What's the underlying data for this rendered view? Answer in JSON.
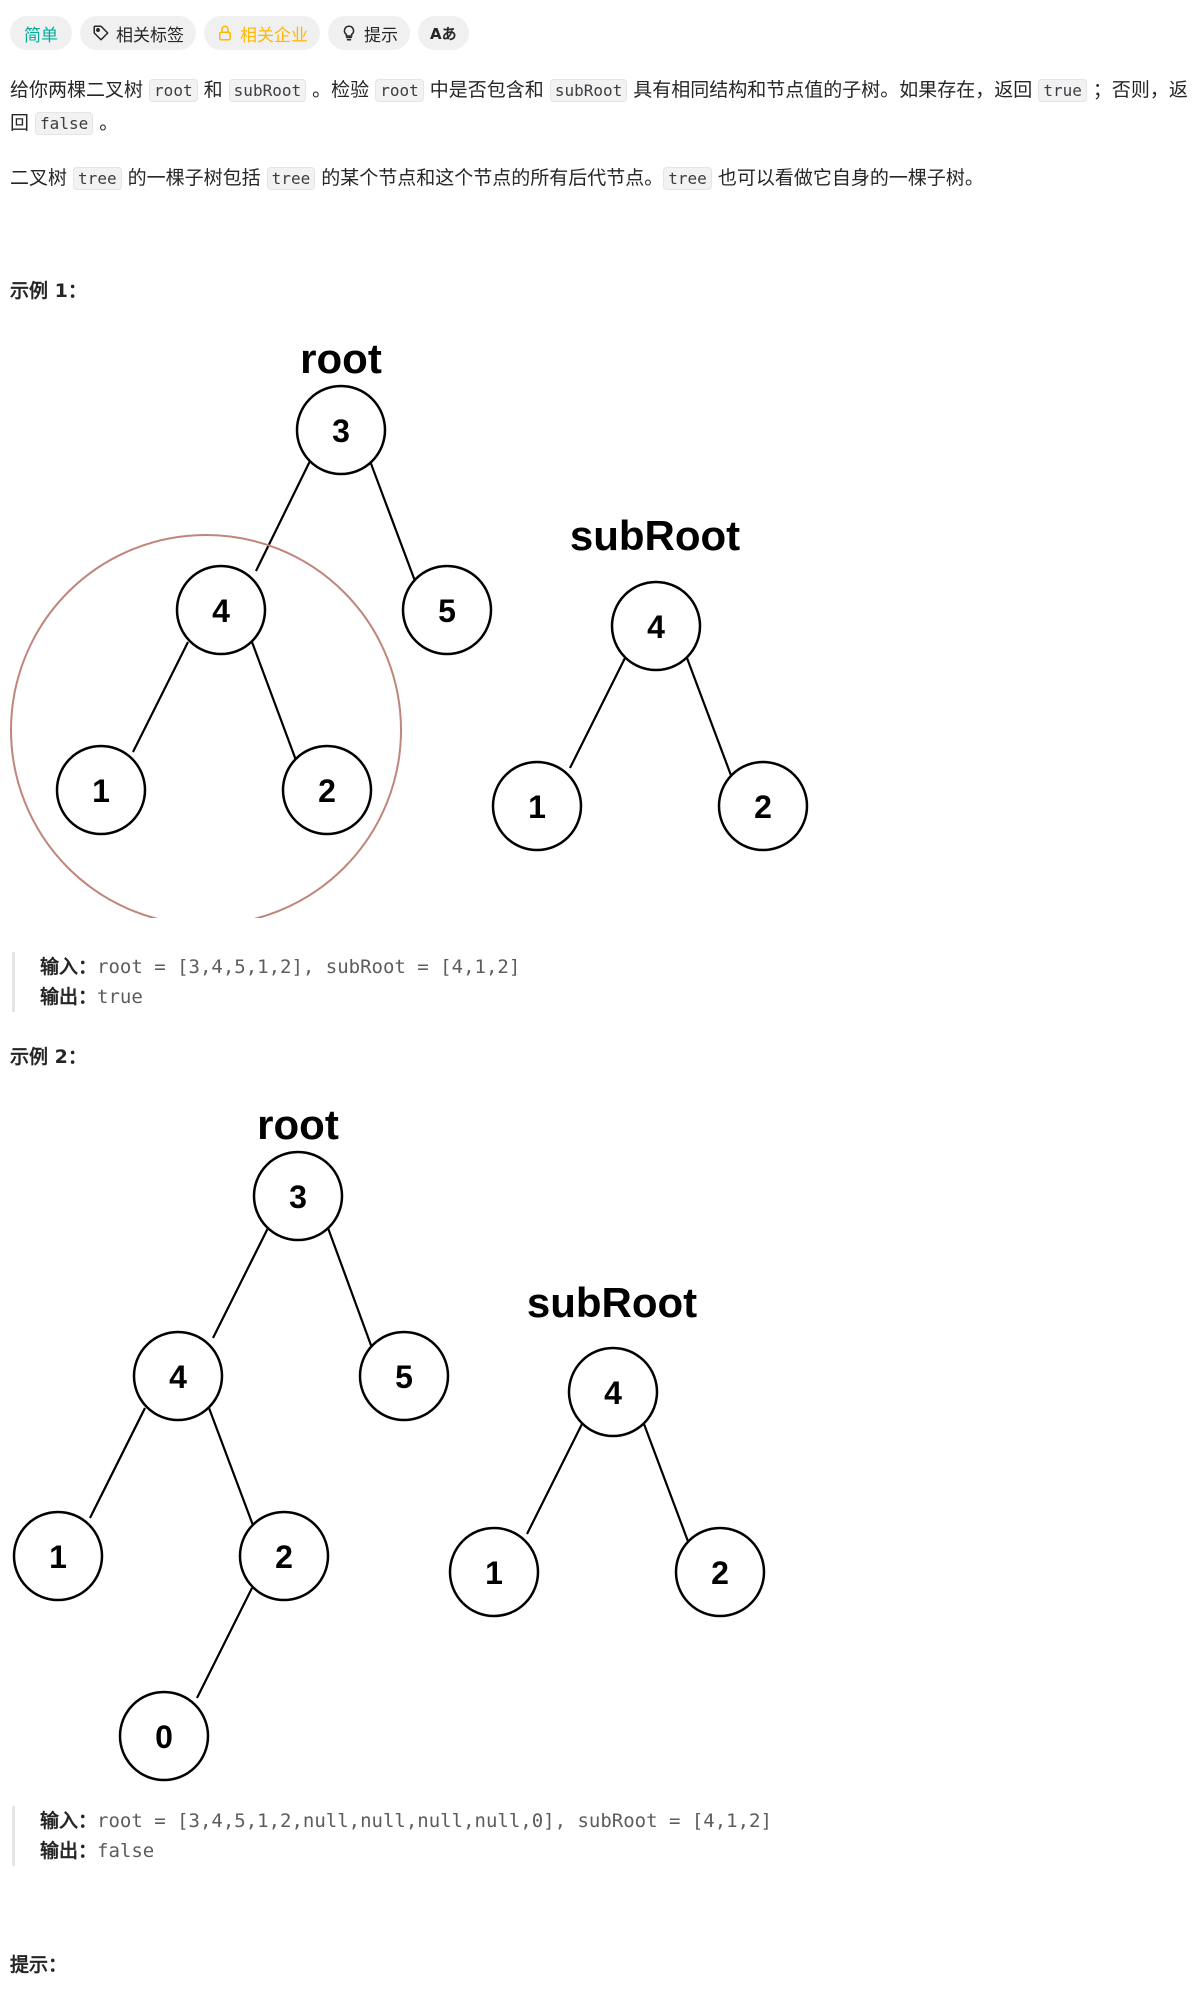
{
  "tags": {
    "difficulty": "简单",
    "topics": "相关标签",
    "companies": "相关企业",
    "hint": "提示",
    "translate": "Aあ"
  },
  "description": {
    "p1": [
      {
        "t": "text",
        "v": "给你两棵二叉树 "
      },
      {
        "t": "code",
        "v": "root"
      },
      {
        "t": "text",
        "v": " 和 "
      },
      {
        "t": "code",
        "v": "subRoot"
      },
      {
        "t": "text",
        "v": " 。检验 "
      },
      {
        "t": "code",
        "v": "root"
      },
      {
        "t": "text",
        "v": " 中是否包含和 "
      },
      {
        "t": "code",
        "v": "subRoot"
      },
      {
        "t": "text",
        "v": " 具有相同结构和节点值的子树。如果存在，返回 "
      },
      {
        "t": "code",
        "v": "true"
      },
      {
        "t": "text",
        "v": " ；否则，返回 "
      },
      {
        "t": "code",
        "v": "false"
      },
      {
        "t": "text",
        "v": " 。"
      }
    ],
    "p2": [
      {
        "t": "text",
        "v": "二叉树 "
      },
      {
        "t": "code",
        "v": "tree"
      },
      {
        "t": "text",
        "v": " 的一棵子树包括 "
      },
      {
        "t": "code",
        "v": "tree"
      },
      {
        "t": "text",
        "v": " 的某个节点和这个节点的所有后代节点。"
      },
      {
        "t": "code",
        "v": "tree"
      },
      {
        "t": "text",
        "v": " 也可以看做它自身的一棵子树。"
      }
    ]
  },
  "examples": [
    {
      "title": "示例 1：",
      "root_label": "root",
      "sub_label": "subRoot",
      "root_nodes": [
        "3",
        "4",
        "5",
        "1",
        "2"
      ],
      "sub_nodes": [
        "4",
        "1",
        "2"
      ],
      "input_label": "输入：",
      "input_value": "root = [3,4,5,1,2], subRoot = [4,1,2]",
      "output_label": "输出：",
      "output_value": "true"
    },
    {
      "title": "示例 2：",
      "root_label": "root",
      "sub_label": "subRoot",
      "root_nodes": [
        "3",
        "4",
        "5",
        "1",
        "2",
        "0"
      ],
      "sub_nodes": [
        "4",
        "1",
        "2"
      ],
      "input_label": "输入：",
      "input_value": "root = [3,4,5,1,2,null,null,null,null,0], subRoot = [4,1,2]",
      "output_label": "输出：",
      "output_value": "false"
    }
  ],
  "hint_title": "提示：",
  "colors": {
    "difficulty": "#00af9b",
    "companies": "#ffb800",
    "highlight_circle": "#c0857c"
  }
}
